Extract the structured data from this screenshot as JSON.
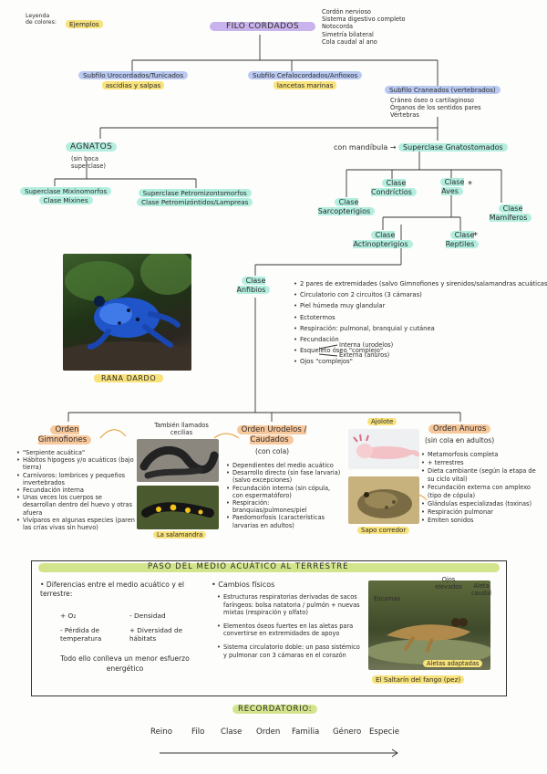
{
  "legend": {
    "label": "Leyenda de colores:",
    "examples": "Ejemplos"
  },
  "phylum": {
    "title": "FILO CORDADOS",
    "traits": [
      "Cordón nervioso",
      "Sistema digestivo completo",
      "Notocorda",
      "Simetría bilateral",
      "Cola caudal al ano"
    ]
  },
  "subphyla": [
    {
      "name": "Subfilo Urocordados/Tunicados",
      "example": "ascidias y salpas"
    },
    {
      "name": "Subfilo Cefalocordados/Anfioxos",
      "example": "lancetas marinas"
    },
    {
      "name": "Subfilo Craneados (vertebrados)",
      "traits": [
        "Cráneo óseo o cartilaginoso",
        "Órganos de los sentidos pares",
        "Vértebras"
      ]
    }
  ],
  "agnatos": {
    "title": "AGNATOS",
    "sub": "(sin boca superclase)",
    "left": {
      "name": "Superclase Mixinomorfos",
      "cls": "Clase Mixines"
    },
    "right": {
      "name": "Superclase Petromizontomorfos",
      "cls": "Clase Petromizóntidos/Lampreas"
    }
  },
  "gnatos": {
    "prefix": "con mandíbula →",
    "name": "Superclase Gnatostomados"
  },
  "classes": {
    "sarco": "Clase Sarcopterigios",
    "condri": "Clase Condríctios",
    "aves": "Clase Aves",
    "mamiferos": "Clase Mamíferos",
    "actino": "Clase Actinopterigios",
    "reptiles": "Clase Reptiles",
    "anfibios": "Clase Anfibios",
    "star": "*"
  },
  "photos": {
    "frog": "RANA DARDO",
    "cecilia": "También llamados cecilias",
    "salamandra": "La salamandra",
    "ajolote": "Ajolote",
    "sapo": "Sapo corredor",
    "saltarin": "El Saltarín del fango (pez)",
    "aletas": "Aletas adaptadas",
    "escamas": "Escamas",
    "ojos": "Ojos elevados",
    "aleta_caudal": "Aleta caudal"
  },
  "anfibios_traits": [
    "2 pares de extremidades (salvo Gimnofiones y sirenidos/salamandras acuáticas)",
    "Circulatorio con 2 circuitos (3 cámaras)",
    "Piel húmeda muy glandular",
    "Ectotermos",
    "Respiración: pulmonal, branquial y cutánea",
    "Fecundación",
    "Esqueleto óseo \"complejo\"",
    "Ojos \"complejos\""
  ],
  "fecundacion": {
    "int": "Interna (urodelos)",
    "ext": "Externa (anuros)"
  },
  "orders": {
    "gimno": {
      "title": "Orden Gimnofiones",
      "traits": [
        "\"Serpiente acuática\"",
        "Hábitos hipogeos y/o acuáticos (bajo tierra)",
        "Carnívoros: lombrices y pequeños invertebrados",
        "Fecundación interna",
        "Unas veces los cuerpos se desarrollan dentro del huevo y otras afuera",
        "Vivíparos en algunas especies (paren las crías vivas sin huevo)"
      ]
    },
    "urodelos": {
      "title": "Orden Urodelos / Caudados",
      "sub": "(con cola)",
      "traits": [
        "Dependientes del medio acuático",
        "Desarrollo directo (sin fase larvaria) (salvo excepciones)",
        "Fecundación interna (sin cópula, con espermatóforo)",
        "Respiración: branquias/pulmones/piel",
        "Paedomorfosis (características larvarias en adultos)"
      ]
    },
    "anuros": {
      "title": "Orden Anuros",
      "sub": "(sin cola en adultos)",
      "traits": [
        "Metamorfosis completa",
        "+ terrestres",
        "Dieta cambiante (según la etapa de su ciclo vital)",
        "Fecundación externa con amplexo (tipo de cópula)",
        "Glándulas especializadas (toxinas)",
        "Respiración pulmonar",
        "Emiten sonidos"
      ]
    }
  },
  "paso": {
    "title": "PASO DEL MEDIO ACUÁTICO AL TERRESTRE",
    "diff": "Diferencias entre el medio acuático y el terrestre:",
    "items": [
      "+ O₂",
      "- Densidad",
      "- Pérdida de temperatura",
      "+ Diversidad de hábitats"
    ],
    "conclusion": "Todo ello conlleva un menor esfuerzo energético",
    "cambios": "Cambios físicos",
    "cambios_list": [
      "Estructuras respiratorias derivadas de sacos faríngeos: bolsa natatoria / pulmón + nuevas mixtas (respiración y olfato)",
      "Elementos óseos fuertes en las aletas para convertirse en extremidades de apoyo",
      "Sistema circulatorio doble: un paso sistémico y pulmonar con 3 cámaras en el corazón"
    ]
  },
  "recordatorio": {
    "title": "RECORDATORIO:",
    "ranks": [
      "Reino",
      "Filo",
      "Clase",
      "Orden",
      "Familia",
      "Género",
      "Especie"
    ]
  }
}
